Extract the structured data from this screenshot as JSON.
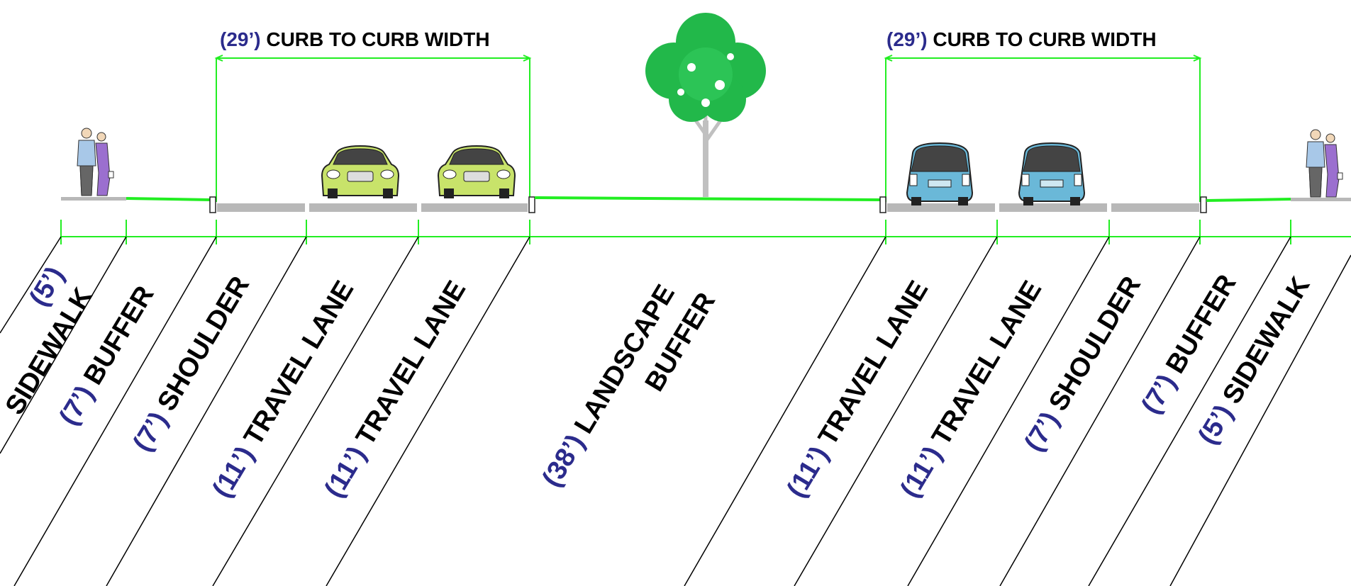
{
  "colors": {
    "dimension_line": "#22ee22",
    "dimension_text": "#2b2b8c",
    "pavement": "#b8b8b8",
    "sedan": "#c8e36a",
    "minivan": "#6ab8d8",
    "tree": "#22b84a"
  },
  "curb_widths": [
    {
      "dim": "(29’)",
      "label": "CURB TO CURB WIDTH"
    },
    {
      "dim": "(29’)",
      "label": "CURB TO CURB WIDTH"
    }
  ],
  "segments": [
    {
      "dim": "(5’)",
      "label": "SIDEWALK"
    },
    {
      "dim": "(7’)",
      "label": "BUFFER"
    },
    {
      "dim": "(7’)",
      "label": "SHOULDER"
    },
    {
      "dim": "(11’)",
      "label": "TRAVEL LANE"
    },
    {
      "dim": "(11’)",
      "label": "TRAVEL LANE"
    },
    {
      "dim": "(38’)",
      "label": "LANDSCAPE",
      "label2": "BUFFER"
    },
    {
      "dim": "(11’)",
      "label": "TRAVEL LANE"
    },
    {
      "dim": "(11’)",
      "label": "TRAVEL LANE"
    },
    {
      "dim": "(7’)",
      "label": "SHOULDER"
    },
    {
      "dim": "(7’)",
      "label": "BUFFER"
    },
    {
      "dim": "(5’)",
      "label": "SIDEWALK"
    }
  ],
  "icons": {
    "pedestrians": "pedestrian-couple-icon",
    "sedan": "sedan-car-icon",
    "minivan": "minivan-icon",
    "tree": "tree-icon"
  }
}
